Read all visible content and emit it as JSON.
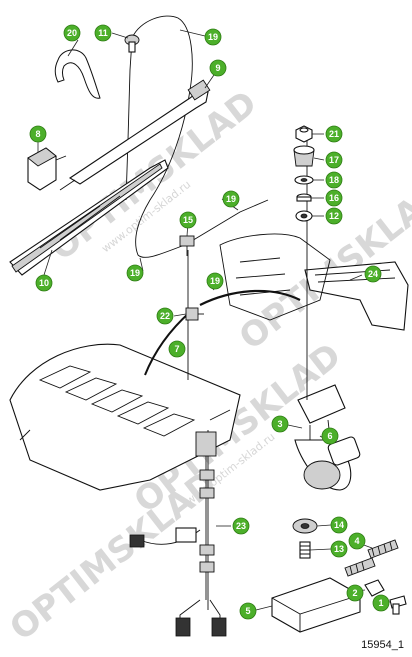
{
  "drawing_number": "15954_1",
  "watermark": {
    "brand": "OPTIMSKLAD",
    "url": "www.optim-sklad.ru"
  },
  "callout_color": "#4caf2a",
  "callouts": [
    {
      "id": "c1",
      "label": "1"
    },
    {
      "id": "c2",
      "label": "2"
    },
    {
      "id": "c3",
      "label": "3"
    },
    {
      "id": "c4",
      "label": "4"
    },
    {
      "id": "c5",
      "label": "5"
    },
    {
      "id": "c6",
      "label": "6"
    },
    {
      "id": "c7",
      "label": "7"
    },
    {
      "id": "c8",
      "label": "8"
    },
    {
      "id": "c9",
      "label": "9"
    },
    {
      "id": "c10",
      "label": "10"
    },
    {
      "id": "c11",
      "label": "11"
    },
    {
      "id": "c12",
      "label": "12"
    },
    {
      "id": "c13",
      "label": "13"
    },
    {
      "id": "c14",
      "label": "14"
    },
    {
      "id": "c15",
      "label": "15"
    },
    {
      "id": "c16",
      "label": "16"
    },
    {
      "id": "c17",
      "label": "17"
    },
    {
      "id": "c18",
      "label": "18"
    },
    {
      "id": "c19a",
      "label": "19"
    },
    {
      "id": "c19b",
      "label": "19"
    },
    {
      "id": "c19c",
      "label": "19"
    },
    {
      "id": "c19d",
      "label": "19"
    },
    {
      "id": "c20",
      "label": "20"
    },
    {
      "id": "c21",
      "label": "21"
    },
    {
      "id": "c22",
      "label": "22"
    },
    {
      "id": "c23",
      "label": "23"
    },
    {
      "id": "c24",
      "label": "24"
    }
  ]
}
